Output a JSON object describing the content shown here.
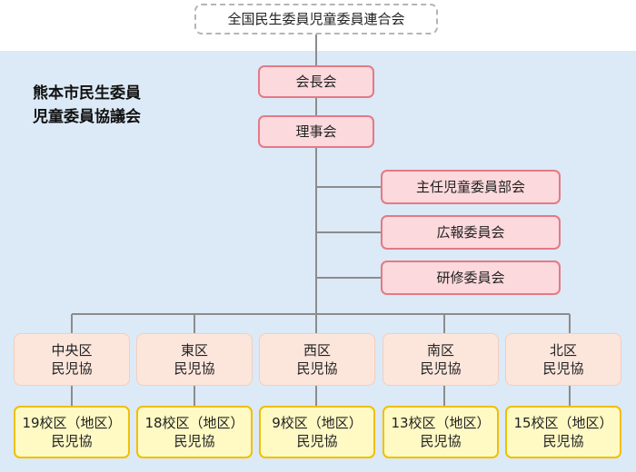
{
  "top": {
    "name": "全国民生委員児童委員連合会"
  },
  "org_title": {
    "line1": "熊本市民生委員",
    "line2": "児童委員協議会"
  },
  "chain": [
    {
      "label": "会長会"
    },
    {
      "label": "理事会"
    }
  ],
  "committees": [
    {
      "label": "主任児童委員部会"
    },
    {
      "label": "広報委員会"
    },
    {
      "label": "研修委員会"
    }
  ],
  "districts": [
    {
      "line1": "中央区",
      "line2": "民児協",
      "sub_line1": "19校区（地区）",
      "sub_line2": "民児協"
    },
    {
      "line1": "東区",
      "line2": "民児協",
      "sub_line1": "18校区（地区）",
      "sub_line2": "民児協"
    },
    {
      "line1": "西区",
      "line2": "民児協",
      "sub_line1": "9校区（地区）",
      "sub_line2": "民児協"
    },
    {
      "line1": "南区",
      "line2": "民児協",
      "sub_line1": "13校区（地区）",
      "sub_line2": "民児協"
    },
    {
      "line1": "北区",
      "line2": "民児協",
      "sub_line1": "15校区（地区）",
      "sub_line2": "民児協"
    }
  ],
  "colors": {
    "background": "#dce9f6",
    "connector": "#8c8c8c",
    "council_fill": "#fcd9dc",
    "council_border": "#e37a86",
    "district_fill": "#fce6dc",
    "school_fill": "#fff9c4",
    "school_border": "#f0c000"
  }
}
